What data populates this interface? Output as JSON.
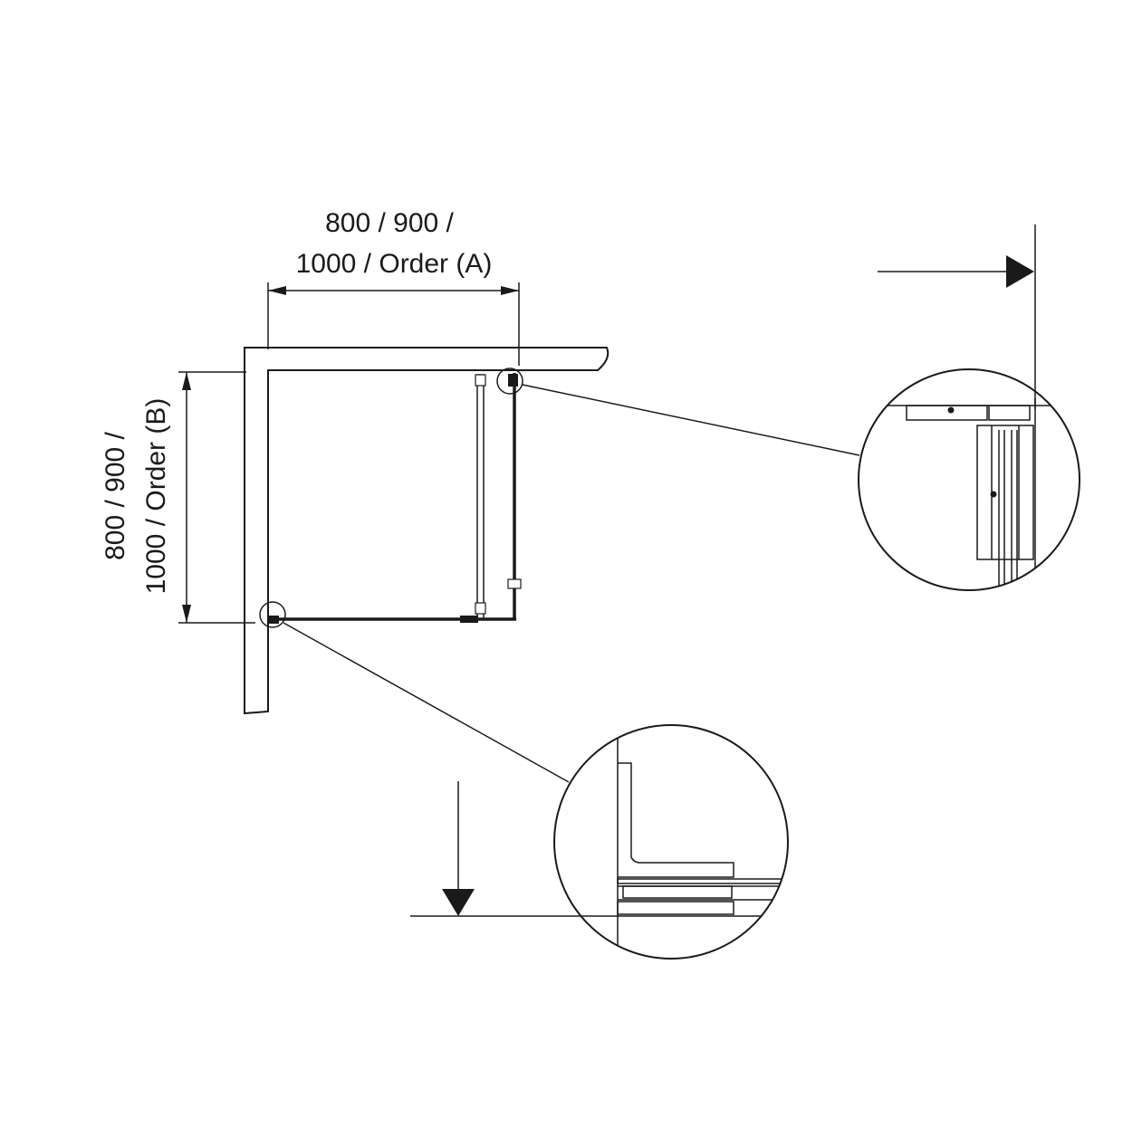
{
  "diagram": {
    "dimension_a": {
      "line1": "800 / 900 /",
      "line2": "1000 / Order (A)"
    },
    "dimension_b": {
      "line1": "800 / 900 /",
      "line2": "1000 / Order (B)"
    }
  }
}
